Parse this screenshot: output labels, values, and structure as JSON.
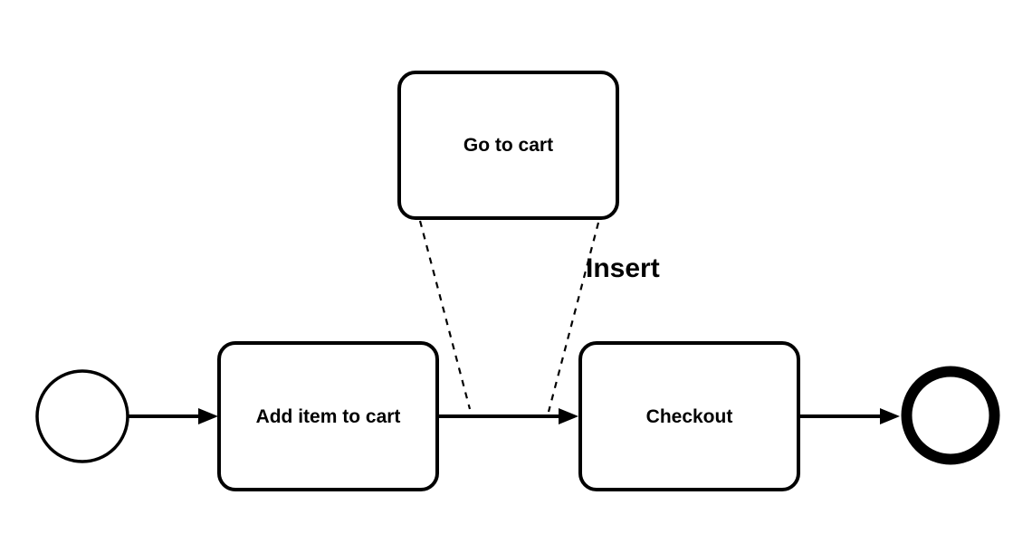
{
  "canvas": {
    "background": "#ffffff",
    "stroke_color": "#000000"
  },
  "diagram": {
    "type": "flowchart",
    "nodes": [
      {
        "id": "start-event",
        "kind": "circle-outline",
        "label": ""
      },
      {
        "id": "add-item-task",
        "kind": "rounded-rect",
        "label": "Add item to cart"
      },
      {
        "id": "checkout-task",
        "kind": "rounded-rect",
        "label": "Checkout"
      },
      {
        "id": "end-event",
        "kind": "thick-circle",
        "label": ""
      },
      {
        "id": "go-to-cart-task",
        "kind": "rounded-rect",
        "label": "Go to cart"
      }
    ],
    "edges": [
      {
        "from": "start-event",
        "to": "add-item-task",
        "style": "solid-arrow",
        "label": ""
      },
      {
        "from": "add-item-task",
        "to": "checkout-task",
        "style": "solid-arrow",
        "label": ""
      },
      {
        "from": "checkout-task",
        "to": "end-event",
        "style": "solid-arrow",
        "label": ""
      },
      {
        "from": "go-to-cart-task",
        "to": "sequence-flow-midpoint",
        "style": "dashed-pair",
        "label": "Insert"
      }
    ]
  }
}
